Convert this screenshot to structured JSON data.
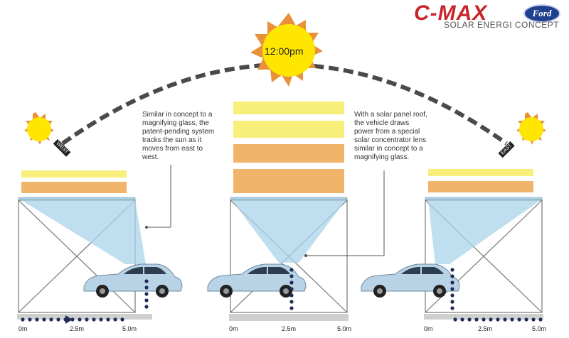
{
  "header": {
    "brand_logo_text": "C-MAX",
    "ford_logo_text": "Ford",
    "subtitle": "SOLAR ENERGI CONCEPT"
  },
  "sun_noon_label": "12:00pm",
  "direction_tags": {
    "west": "WEST",
    "east": "EAST"
  },
  "callouts": {
    "left": "Similar in concept to a\nmagnifying glass, the\npatent-pending system\ntracks the sun as it\nmoves from east to\nwest.",
    "right": "With a solar panel roof,\nthe vehicle draws\npower from a special\nsolar concentrator lens\nsimilar in concept to a\nmagnifying glass."
  },
  "scales": [
    {
      "start": "0m",
      "mid": "2.5m",
      "end": "5.0m"
    },
    {
      "start": "0m",
      "mid": "2.5m",
      "end": "5.0m"
    },
    {
      "start": "0m",
      "mid": "2.5m",
      "end": "5.0m"
    }
  ],
  "colors": {
    "sun": "#ffe600",
    "sun_rays": "#e8913a",
    "panel_light": "#f7ef7a",
    "panel_orange": "#f0b46a",
    "beam": "#a9d3ea",
    "car_body": "#b9d3e6",
    "dots": "#1f2d57",
    "ground": "#cfcfcf",
    "arc": "#4a4a4a"
  }
}
